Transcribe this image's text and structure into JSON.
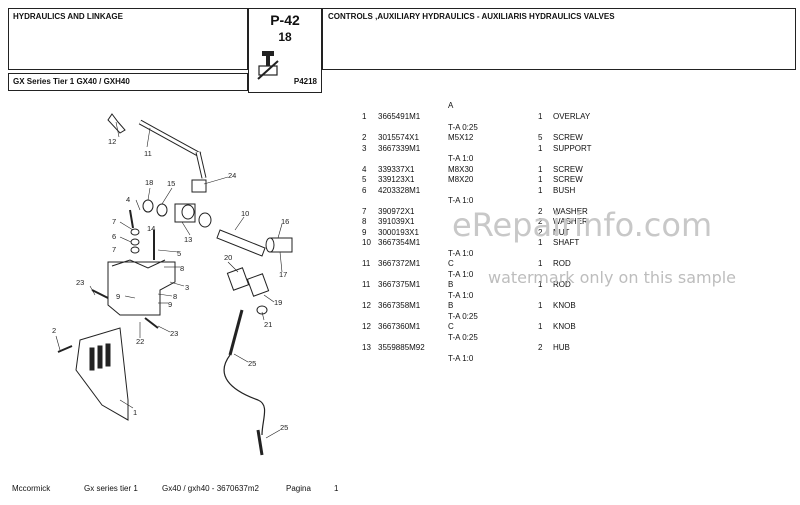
{
  "header": {
    "section": "HYDRAULICS AND LINKAGE",
    "page_code": "P-42",
    "page_num": "18",
    "fig_code": "P4218",
    "series": "GX Series Tier 1 GX40 / GXH40",
    "title": "CONTROLS ,AUXILIARY HYDRAULICS - AUXILIARIS HYDRAULICS VALVES"
  },
  "parts": {
    "col_a": "A",
    "rows": [
      {
        "ref": "1",
        "part": "3665491M1",
        "spec": "",
        "qty": "1",
        "desc": "OVERLAY",
        "note": "T-A 0:25"
      },
      {
        "ref": "2",
        "part": "3015574X1",
        "spec": "M5X12",
        "qty": "5",
        "desc": "SCREW",
        "note": ""
      },
      {
        "ref": "3",
        "part": "3667339M1",
        "spec": "",
        "qty": "1",
        "desc": "SUPPORT",
        "note": "T-A 1:0"
      },
      {
        "ref": "4",
        "part": "339337X1",
        "spec": "M8X30",
        "qty": "1",
        "desc": "SCREW",
        "note": ""
      },
      {
        "ref": "5",
        "part": "339123X1",
        "spec": "M8X20",
        "qty": "1",
        "desc": "SCREW",
        "note": ""
      },
      {
        "ref": "6",
        "part": "4203328M1",
        "spec": "",
        "qty": "1",
        "desc": "BUSH",
        "note": "T-A 1:0"
      },
      {
        "ref": "7",
        "part": "390972X1",
        "spec": "",
        "qty": "2",
        "desc": "WASHER",
        "note": ""
      },
      {
        "ref": "8",
        "part": "391039X1",
        "spec": "",
        "qty": "2",
        "desc": "WASHER",
        "note": ""
      },
      {
        "ref": "9",
        "part": "3000193X1",
        "spec": "",
        "qty": "2",
        "desc": "NUT",
        "note": ""
      },
      {
        "ref": "10",
        "part": "3667354M1",
        "spec": "",
        "qty": "1",
        "desc": "SHAFT",
        "note": "T-A 1:0"
      },
      {
        "ref": "11",
        "part": "3667372M1",
        "spec": "C",
        "qty": "1",
        "desc": "ROD",
        "note": "T-A 1:0"
      },
      {
        "ref": "11",
        "part": "3667375M1",
        "spec": "B",
        "qty": "1",
        "desc": "ROD",
        "note": "T-A 1:0"
      },
      {
        "ref": "12",
        "part": "3667358M1",
        "spec": "B",
        "qty": "1",
        "desc": "KNOB",
        "note": "T-A 0:25"
      },
      {
        "ref": "12",
        "part": "3667360M1",
        "spec": "C",
        "qty": "1",
        "desc": "KNOB",
        "note": "T-A 0:25"
      },
      {
        "ref": "13",
        "part": "3559885M92",
        "spec": "",
        "qty": "2",
        "desc": "HUB",
        "note": "T-A 1:0"
      }
    ]
  },
  "diagram": {
    "callouts": [
      "1",
      "2",
      "3",
      "4",
      "5",
      "6",
      "7",
      "7",
      "8",
      "8",
      "9",
      "9",
      "10",
      "11",
      "12",
      "13",
      "14",
      "15",
      "16",
      "17",
      "18",
      "19",
      "20",
      "21",
      "22",
      "23",
      "23",
      "24",
      "25",
      "25"
    ]
  },
  "watermark": {
    "main": "eRepairinfo.com",
    "sub": "watermark only on this sample"
  },
  "footer": {
    "brand": "Mccormick",
    "series": "Gx series tier 1",
    "model": "Gx40 / gxh40 - 3670637m2",
    "page_label": "Pagina",
    "page_value": "1"
  }
}
